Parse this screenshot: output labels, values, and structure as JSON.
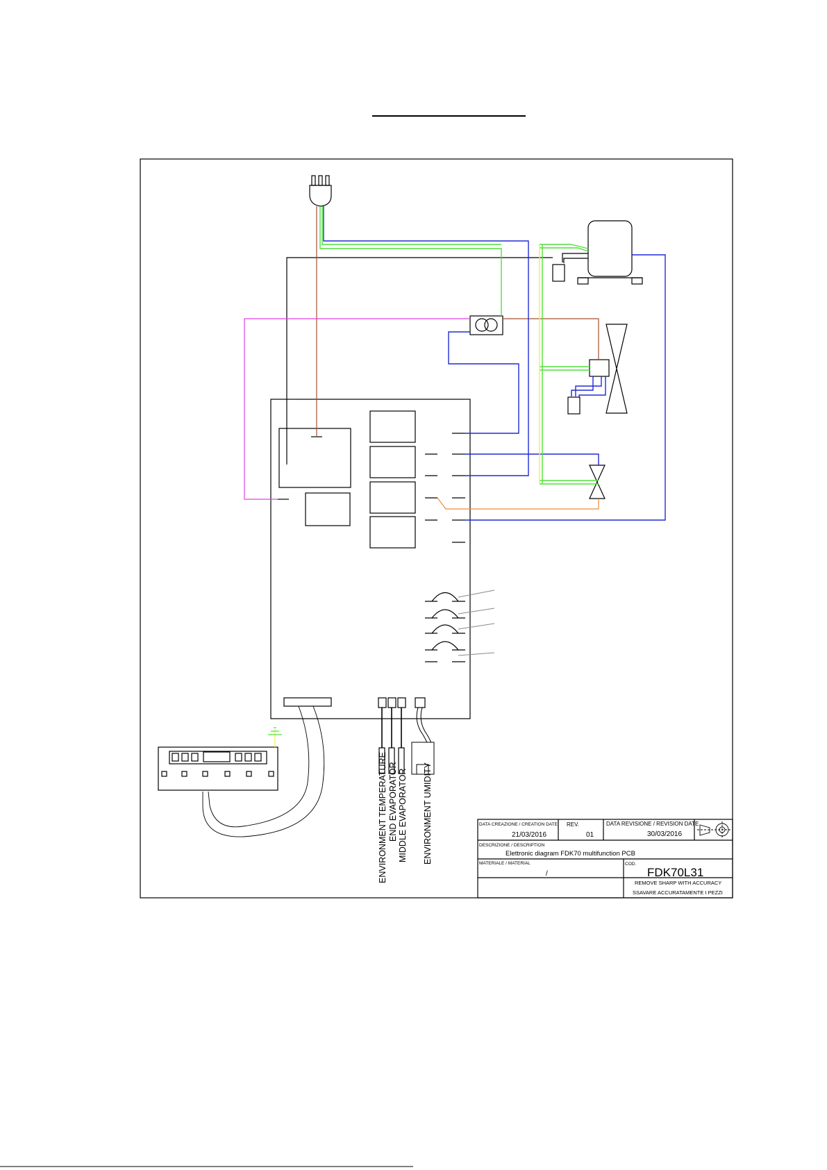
{
  "title_block": {
    "creation_date_label": "DATA CREAZIONE / CREATION DATE",
    "creation_date": "21/03/2016",
    "rev_label": "REV.",
    "rev": "01",
    "revision_date_label": "DATA REVISIONE / REVISION DATE",
    "revision_date": "30/03/2016",
    "description_label": "DESCRIZIONE / DESCRIPTION",
    "description": "Elettronic diagram FDK70 multifunction PCB",
    "material_label": "MATERIALE / MATERIAL",
    "material": "/",
    "code_label": "COD.",
    "code": "FDK70L31",
    "note_en": "REMOVE SHARP WITH ACCURACY",
    "note_it": "SSAVARE ACCURATAMENTE I PEZZI"
  },
  "probe_labels": {
    "environment_temperature": "ENVIRONMENT TEMPERATURE",
    "end_evaporator": "END EVAPORATOR",
    "middle_evaporator": "MIDDLE EVAPORATOR",
    "environment_humidity": "ENVIRONMENT UMIDITY"
  },
  "wire_colors": {
    "neutral": "#1f2bd6",
    "earth_green": "#4fe03a",
    "earth_yellow": "#f2f23a",
    "phase_brown": "#a0522d",
    "signal_magenta": "#e040e0",
    "signal_orange": "#f08a30",
    "line_black": "#000000"
  },
  "icons": {
    "plug": "power-plug-icon",
    "compressor": "compressor-icon",
    "fan": "fan-icon",
    "valve": "solenoid-valve-icon",
    "ground": "ground-icon",
    "transformer": "transformer-icon"
  }
}
